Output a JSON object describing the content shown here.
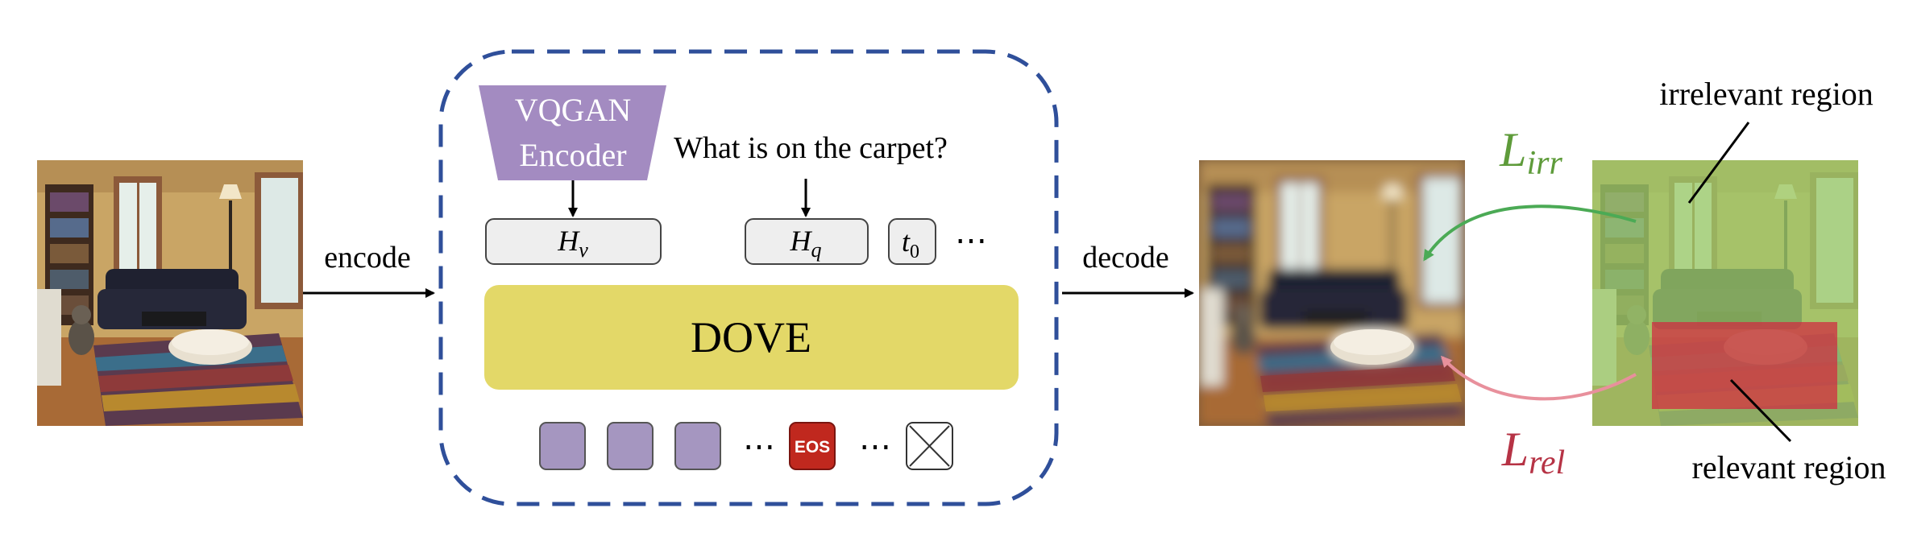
{
  "labels": {
    "encode": "encode",
    "decode": "decode",
    "encoder_line1": "VQGAN",
    "encoder_line2": "Encoder",
    "question": "What is on the carpet?",
    "hv_base": "H",
    "hv_sub": "v",
    "hq_base": "H",
    "hq_sub": "q",
    "t0_base": "t",
    "t0_sub": "0",
    "ellipsis": "⋯",
    "dove": "DOVE",
    "eos": "EOS",
    "l_irr_base": "L",
    "l_irr_sub": "irr",
    "l_rel_base": "L",
    "l_rel_sub": "rel",
    "irrelevant_region": "irrelevant region",
    "relevant_region": "relevant region"
  },
  "colors": {
    "dashed_border": "#2F4F9A",
    "encoder_fill": "#A38BC1",
    "dove_fill": "#E3D868",
    "token_fill": "#A596C0",
    "eos_fill": "#C0281E",
    "irrelevant_overlay": "#9CCB6A",
    "relevant_overlay": "#D22840",
    "l_irr_color": "#5E9B3A",
    "l_rel_color": "#B63345",
    "irr_arrow": "#4BAA55",
    "rel_arrow": "#E8909C"
  },
  "icons": {
    "input_image": "living-room-photo",
    "decoded_image": "blurred-living-room-photo",
    "masked_image": "living-room-region-mask",
    "end_token": "crossed-box-icon"
  }
}
